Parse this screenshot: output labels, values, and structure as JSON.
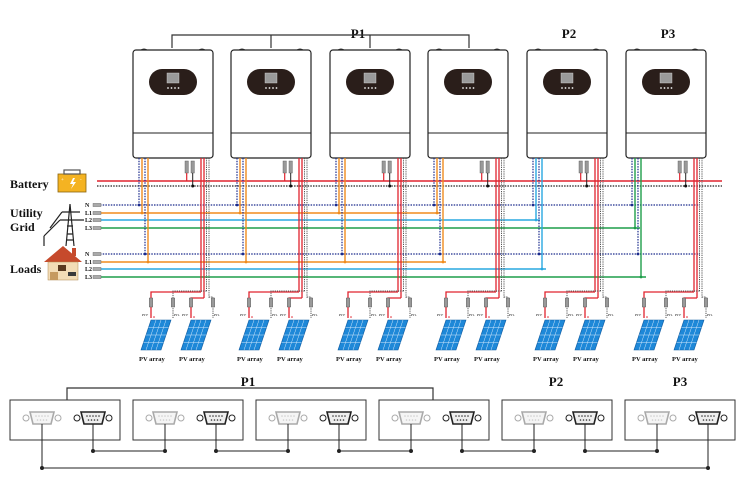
{
  "groups": {
    "top": [
      "P1",
      "P2",
      "P3"
    ],
    "bottom": [
      "P1",
      "P2",
      "P3"
    ]
  },
  "inverters": [
    {
      "id": "inv1",
      "group": "P1",
      "ac_color": "#f08c1e"
    },
    {
      "id": "inv2",
      "group": "P1",
      "ac_color": "#f08c1e"
    },
    {
      "id": "inv3",
      "group": "P1",
      "ac_color": "#f08c1e"
    },
    {
      "id": "inv4",
      "group": "P1",
      "ac_color": "#f08c1e"
    },
    {
      "id": "inv5",
      "group": "P2",
      "ac_color": "#29a8e0"
    },
    {
      "id": "inv6",
      "group": "P3",
      "ac_color": "#1e9e4a"
    }
  ],
  "sources": {
    "battery": "Battery",
    "utility_line1": "Utility",
    "utility_line2": "Grid",
    "loads": "Loads"
  },
  "phases": {
    "grid": [
      "N",
      "L1",
      "L2",
      "L3"
    ],
    "loads": [
      "N",
      "L1",
      "L2",
      "L3"
    ]
  },
  "pv": {
    "array_label": "PV array",
    "plus_label": "PV1+",
    "minus_label": "PV1-"
  },
  "colors": {
    "L1": "#f08c1e",
    "L2": "#29a8e0",
    "L3": "#1e9e4a",
    "N": "#1a2a8c",
    "battery_pos": "#e0232e",
    "battery_neg": "#222222",
    "pv_pos": "#e0232e",
    "pv_neg": "#555555",
    "panel": "#1e88d8"
  }
}
